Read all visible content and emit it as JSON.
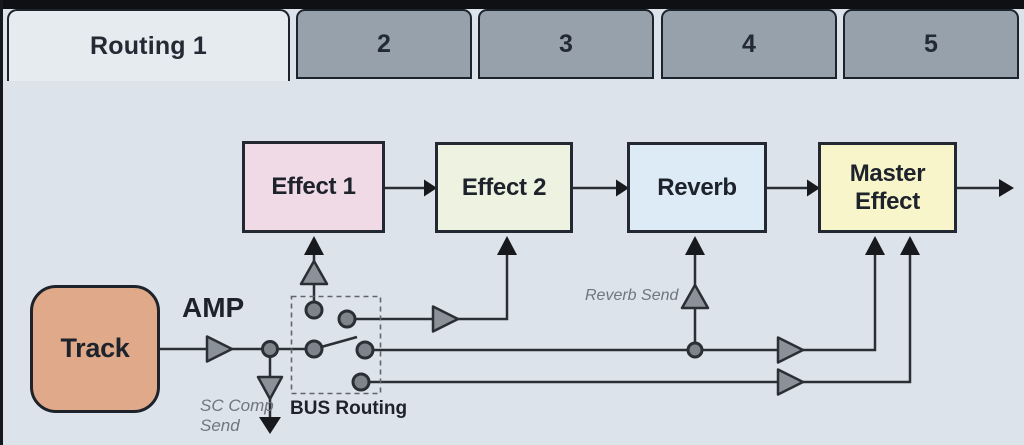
{
  "tabs": [
    {
      "id": "routing-1",
      "label": "Routing 1",
      "active": true
    },
    {
      "id": "routing-2",
      "label": "2",
      "active": false
    },
    {
      "id": "routing-3",
      "label": "3",
      "active": false
    },
    {
      "id": "routing-4",
      "label": "4",
      "active": false
    },
    {
      "id": "routing-5",
      "label": "5",
      "active": false
    }
  ],
  "diagram": {
    "nodes": {
      "track": "Track",
      "effect1": "Effect 1",
      "effect2": "Effect 2",
      "reverb": "Reverb",
      "master_line1": "Master",
      "master_line2": "Effect"
    },
    "labels": {
      "amp": "AMP",
      "bus_routing": "BUS Routing",
      "sc_comp_line1": "SC Comp",
      "sc_comp_line2": "Send",
      "reverb_send": "Reverb Send"
    }
  },
  "colors": {
    "background": "#dce3ea",
    "bezel": "#0e1014",
    "tab_active_bg": "#e6ebf0",
    "tab_inactive_bg": "#96a1ab",
    "tab_border": "#1d232b",
    "node_border": "#232832",
    "effect1_fill": "#f0dae6",
    "effect2_fill": "#eef2e1",
    "reverb_fill": "#dcebf6",
    "master_fill": "#f8f5ca",
    "track_fill": "#dfa98a",
    "line": "#2a2f36",
    "gain_triangle_fill": "#8b9199",
    "arrowhead_fill": "#17191d",
    "send_text": "#70767e"
  }
}
